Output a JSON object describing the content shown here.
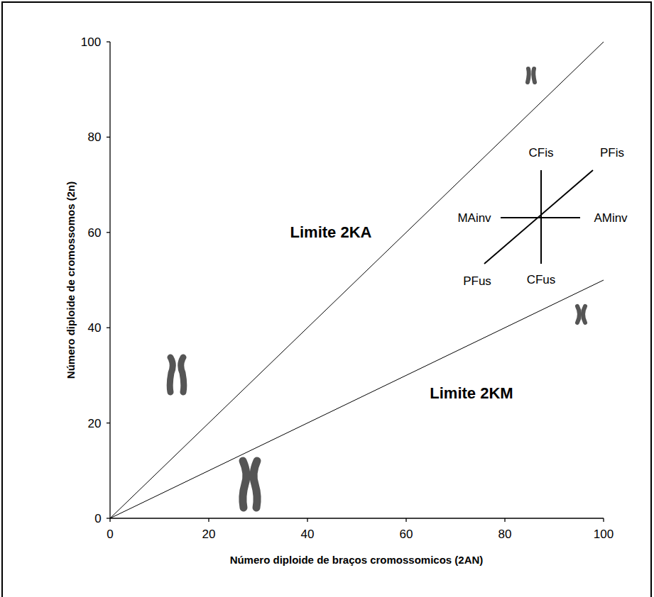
{
  "diagram": {
    "labels": [
      "100",
      "80",
      "60",
      "40",
      "20",
      "0",
      "0",
      "20",
      "40",
      "60",
      "80",
      "100",
      "Número diploide de cromossomos (2n)",
      "Número diploide de braços cromossomicos (2AN)",
      "Limite 2KA",
      "Limite 2KM",
      "CFis",
      "PFis",
      "MAinv",
      "AMinv",
      "PFus",
      "CFus"
    ]
  }
}
